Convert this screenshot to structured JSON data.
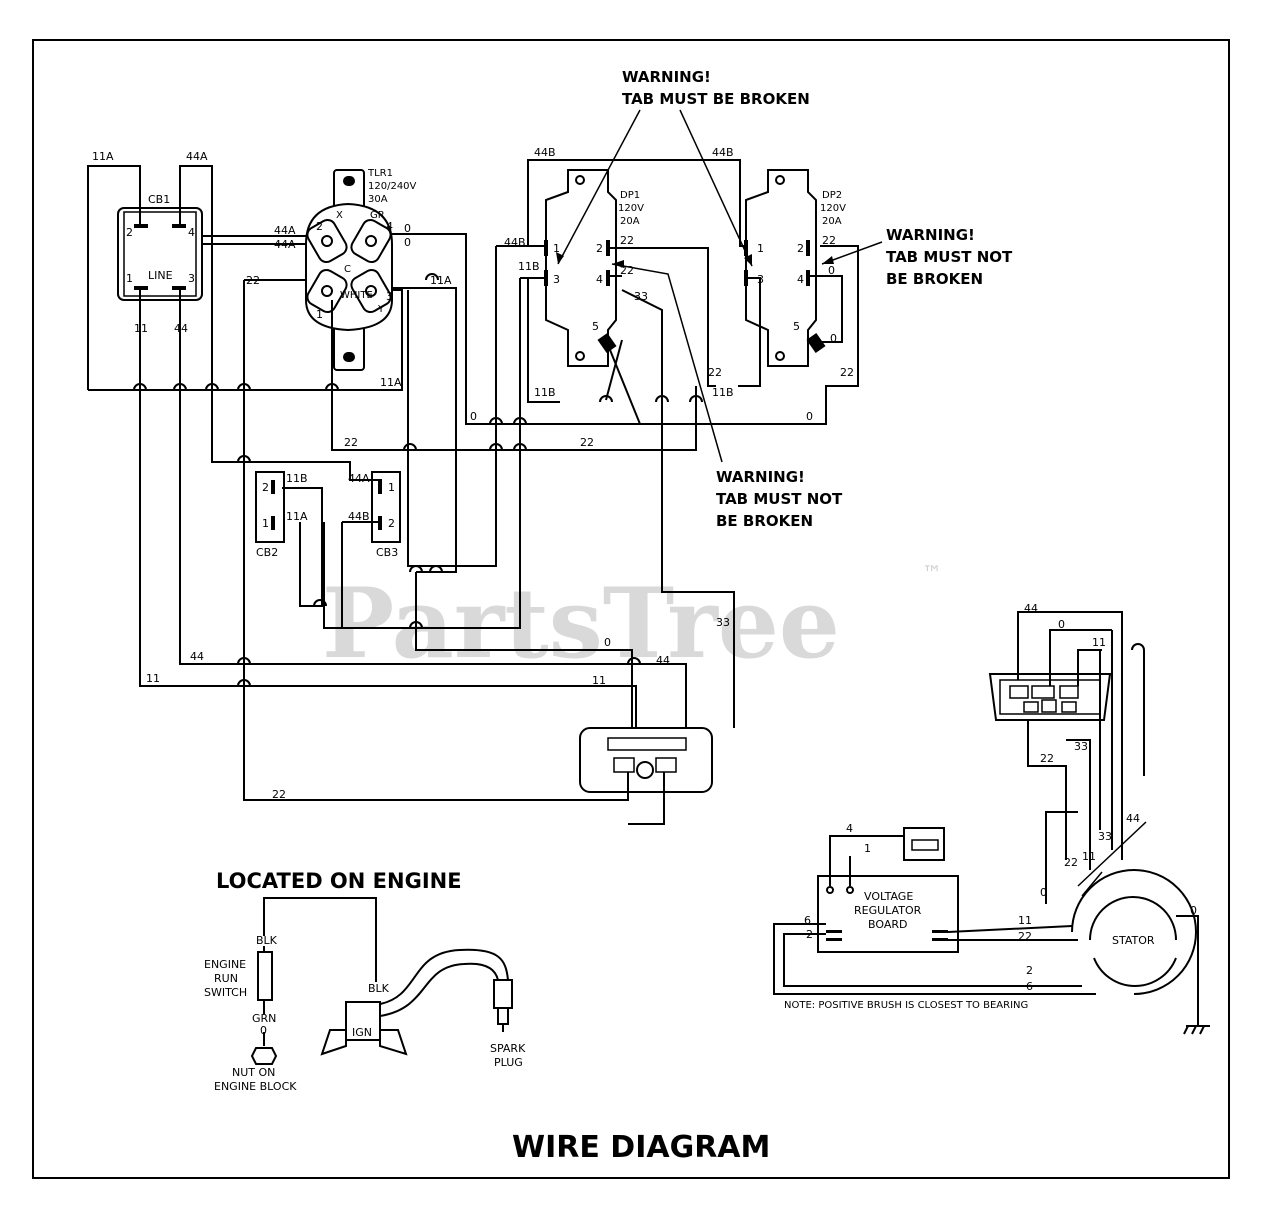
{
  "watermark": {
    "brand": "PartsTree",
    "trademark": "™"
  },
  "title": "WIRE DIAGRAM",
  "engine_section": {
    "heading": "LOCATED ON ENGINE",
    "blk_top": "BLK",
    "blk_ign": "BLK",
    "grn": "GRN",
    "zero": "0",
    "ign": "IGN",
    "switch_label": [
      "ENGINE",
      "RUN",
      "SWITCH"
    ],
    "nut_label": [
      "NUT ON",
      "ENGINE BLOCK"
    ],
    "plug_label": [
      "SPARK",
      "PLUG"
    ]
  },
  "warnings": {
    "top": [
      "WARNING!",
      "TAB MUST BE BROKEN"
    ],
    "right": [
      "WARNING!",
      "TAB MUST NOT",
      "BE BROKEN"
    ],
    "middle": [
      "WARNING!",
      "TAB MUST NOT",
      "BE BROKEN"
    ]
  },
  "components": {
    "cb1": {
      "name": "CB1",
      "line": "LINE",
      "t1": "1",
      "t2": "2",
      "t3": "3",
      "t4": "4"
    },
    "tlr1": {
      "lines": [
        "TLR1",
        "120/240V",
        "30A"
      ],
      "white": "WHITE",
      "gr": "GR",
      "x": "X",
      "y": "Y",
      "c": "C",
      "t1": "1",
      "t2": "2",
      "t3": "3",
      "t4": "4"
    },
    "dp1": {
      "lines": [
        "DP1",
        "120V",
        "20A"
      ],
      "t1": "1",
      "t2": "2",
      "t3": "3",
      "t4": "4",
      "t5": "5"
    },
    "dp2": {
      "lines": [
        "DP2",
        "120V",
        "20A"
      ],
      "t1": "1",
      "t2": "2",
      "t3": "3",
      "t4": "4",
      "t5": "5"
    },
    "cb2": {
      "name": "CB2",
      "t1": "1",
      "t2": "2"
    },
    "cb3": {
      "name": "CB3",
      "t1": "1",
      "t2": "2"
    },
    "vr": {
      "lines": [
        "VOLTAGE",
        "REGULATOR",
        "BOARD"
      ],
      "t2": "2",
      "t4": "4",
      "t1": "1",
      "t6": "6"
    },
    "stator": {
      "name": "STATOR"
    }
  },
  "wires": {
    "w11A": "11A",
    "w44A": "44A",
    "w11": "11",
    "w44": "44",
    "w22": "22",
    "w0": "0",
    "w11B": "11B",
    "w44B": "44B",
    "w33": "33",
    "w2": "2",
    "w6": "6",
    "w4": "4",
    "w1": "1"
  },
  "note": "NOTE: POSITIVE BRUSH IS CLOSEST TO BEARING"
}
